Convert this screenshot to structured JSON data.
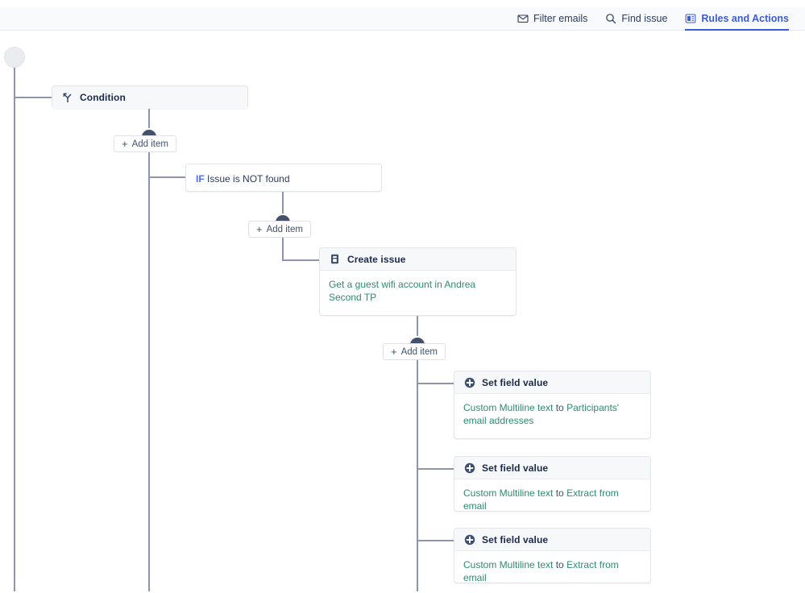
{
  "topbar": {
    "items": [
      {
        "label": "Filter emails",
        "icon": "envelope-icon",
        "active": false
      },
      {
        "label": "Find issue",
        "icon": "search-icon",
        "active": false
      },
      {
        "label": "Rules and Actions",
        "icon": "rules-icon",
        "active": true
      }
    ]
  },
  "canvas": {
    "add_item_label": "Add item",
    "add_item_plus": "+",
    "nodes": {
      "condition": {
        "title": "Condition",
        "icon": "branch-fork-icon"
      },
      "if_branch": {
        "keyword": "IF",
        "text": "Issue is NOT found"
      },
      "create_issue": {
        "title": "Create issue",
        "icon": "issue-document-icon",
        "body": "Get a guest wifi account in Andrea Second TP"
      },
      "set_field_1": {
        "title": "Set field value",
        "icon": "plus-circle-icon",
        "body_field": "Custom Multiline text",
        "body_to": "to",
        "body_value": "Participants' email addresses"
      },
      "set_field_2": {
        "title": "Set field value",
        "icon": "plus-circle-icon",
        "body_field": "Custom Multiline text",
        "body_to": "to",
        "body_value": "Extract from email"
      },
      "set_field_3": {
        "title": "Set field value",
        "icon": "plus-circle-icon",
        "body_field": "Custom Multiline text",
        "body_to": "to",
        "body_value": "Extract from email"
      }
    }
  },
  "colors": {
    "accent": "#3b5bdb",
    "connector": "#8d96ad",
    "green_text": "#2e8b6f",
    "chevron_bg": "#42526e"
  }
}
